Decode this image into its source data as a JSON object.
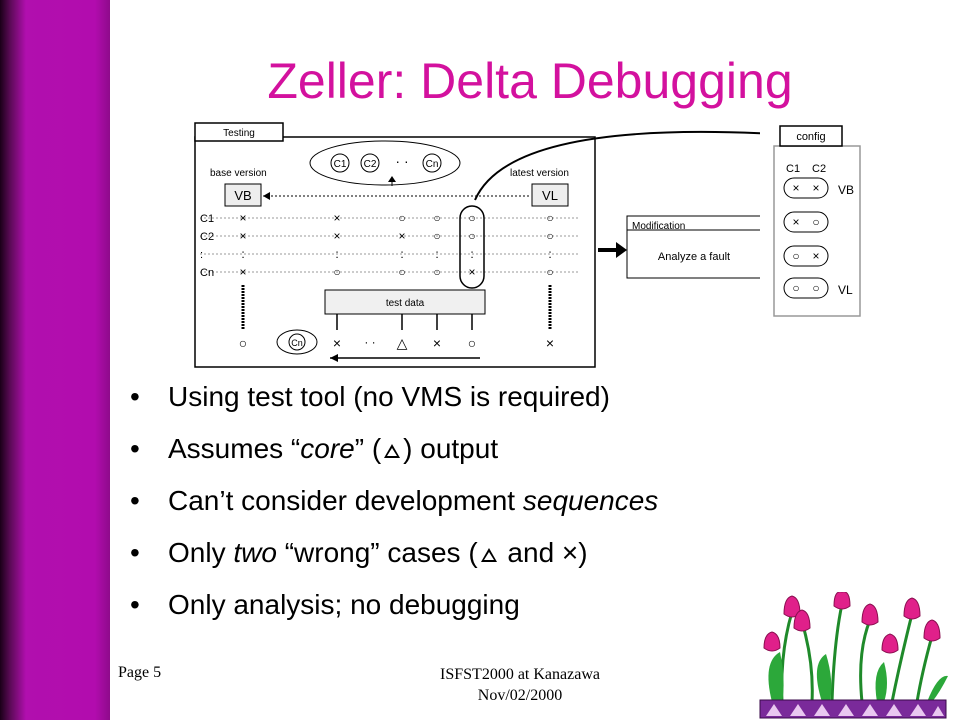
{
  "slide": {
    "title": "Zeller: Delta Debugging",
    "bullets": [
      {
        "parts": [
          {
            "text": "Using test tool (no VMS is required)",
            "style": "normal"
          }
        ]
      },
      {
        "parts": [
          {
            "text": "Assumes “",
            "style": "normal"
          },
          {
            "text": "core",
            "style": "italic"
          },
          {
            "text": "” (",
            "style": "normal"
          },
          {
            "text": "",
            "style": "triangle"
          },
          {
            "text": ") output",
            "style": "normal"
          }
        ]
      },
      {
        "parts": [
          {
            "text": "Can’t consider development ",
            "style": "normal"
          },
          {
            "text": "sequences",
            "style": "italic"
          }
        ]
      },
      {
        "parts": [
          {
            "text": "Only ",
            "style": "normal"
          },
          {
            "text": "two",
            "style": "italic"
          },
          {
            "text": " “wrong” cases (",
            "style": "normal"
          },
          {
            "text": "",
            "style": "triangle"
          },
          {
            "text": " and ×)",
            "style": "normal"
          }
        ]
      },
      {
        "parts": [
          {
            "text": "Only analysis; no debugging",
            "style": "normal"
          }
        ]
      }
    ],
    "bullet_glyph": "•"
  },
  "diagram": {
    "testing_label": "Testing",
    "base_version_label": "base version",
    "latest_version_label": "latest version",
    "vb_label": "VB",
    "vl_label": "VL",
    "c1": "C1",
    "c2": "C2",
    "cn": "Cn",
    "test_data_label": "test data",
    "modification_label": "Modification",
    "analyze_label": "Analyze a fault",
    "config_label": "config",
    "dots": "· ·"
  },
  "footer": {
    "page": "Page 5",
    "event_line1": "ISFST2000 at Kanazawa",
    "event_line2": "Nov/02/2000"
  },
  "colors": {
    "sidebar": "#b20cae",
    "title": "#d3119e",
    "tulip_pink": "#e0208a",
    "leaf_green": "#1f8a2a",
    "pot_purple": "#7a2a9a"
  },
  "icons": [
    "tulip-pot-icon"
  ]
}
